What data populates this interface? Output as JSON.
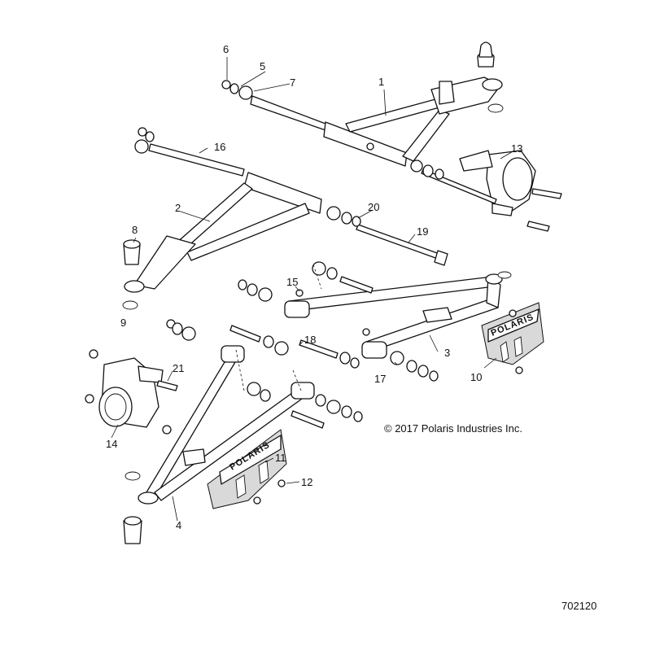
{
  "copyright": "© 2017 Polaris Industries Inc.",
  "drawing_number": "702120",
  "logo_text": "POLARIS",
  "callouts": [
    "1",
    "2",
    "3",
    "4",
    "5",
    "6",
    "7",
    "8",
    "9",
    "10",
    "11",
    "12",
    "13",
    "14",
    "15",
    "16",
    "17",
    "18",
    "19",
    "20",
    "21"
  ]
}
